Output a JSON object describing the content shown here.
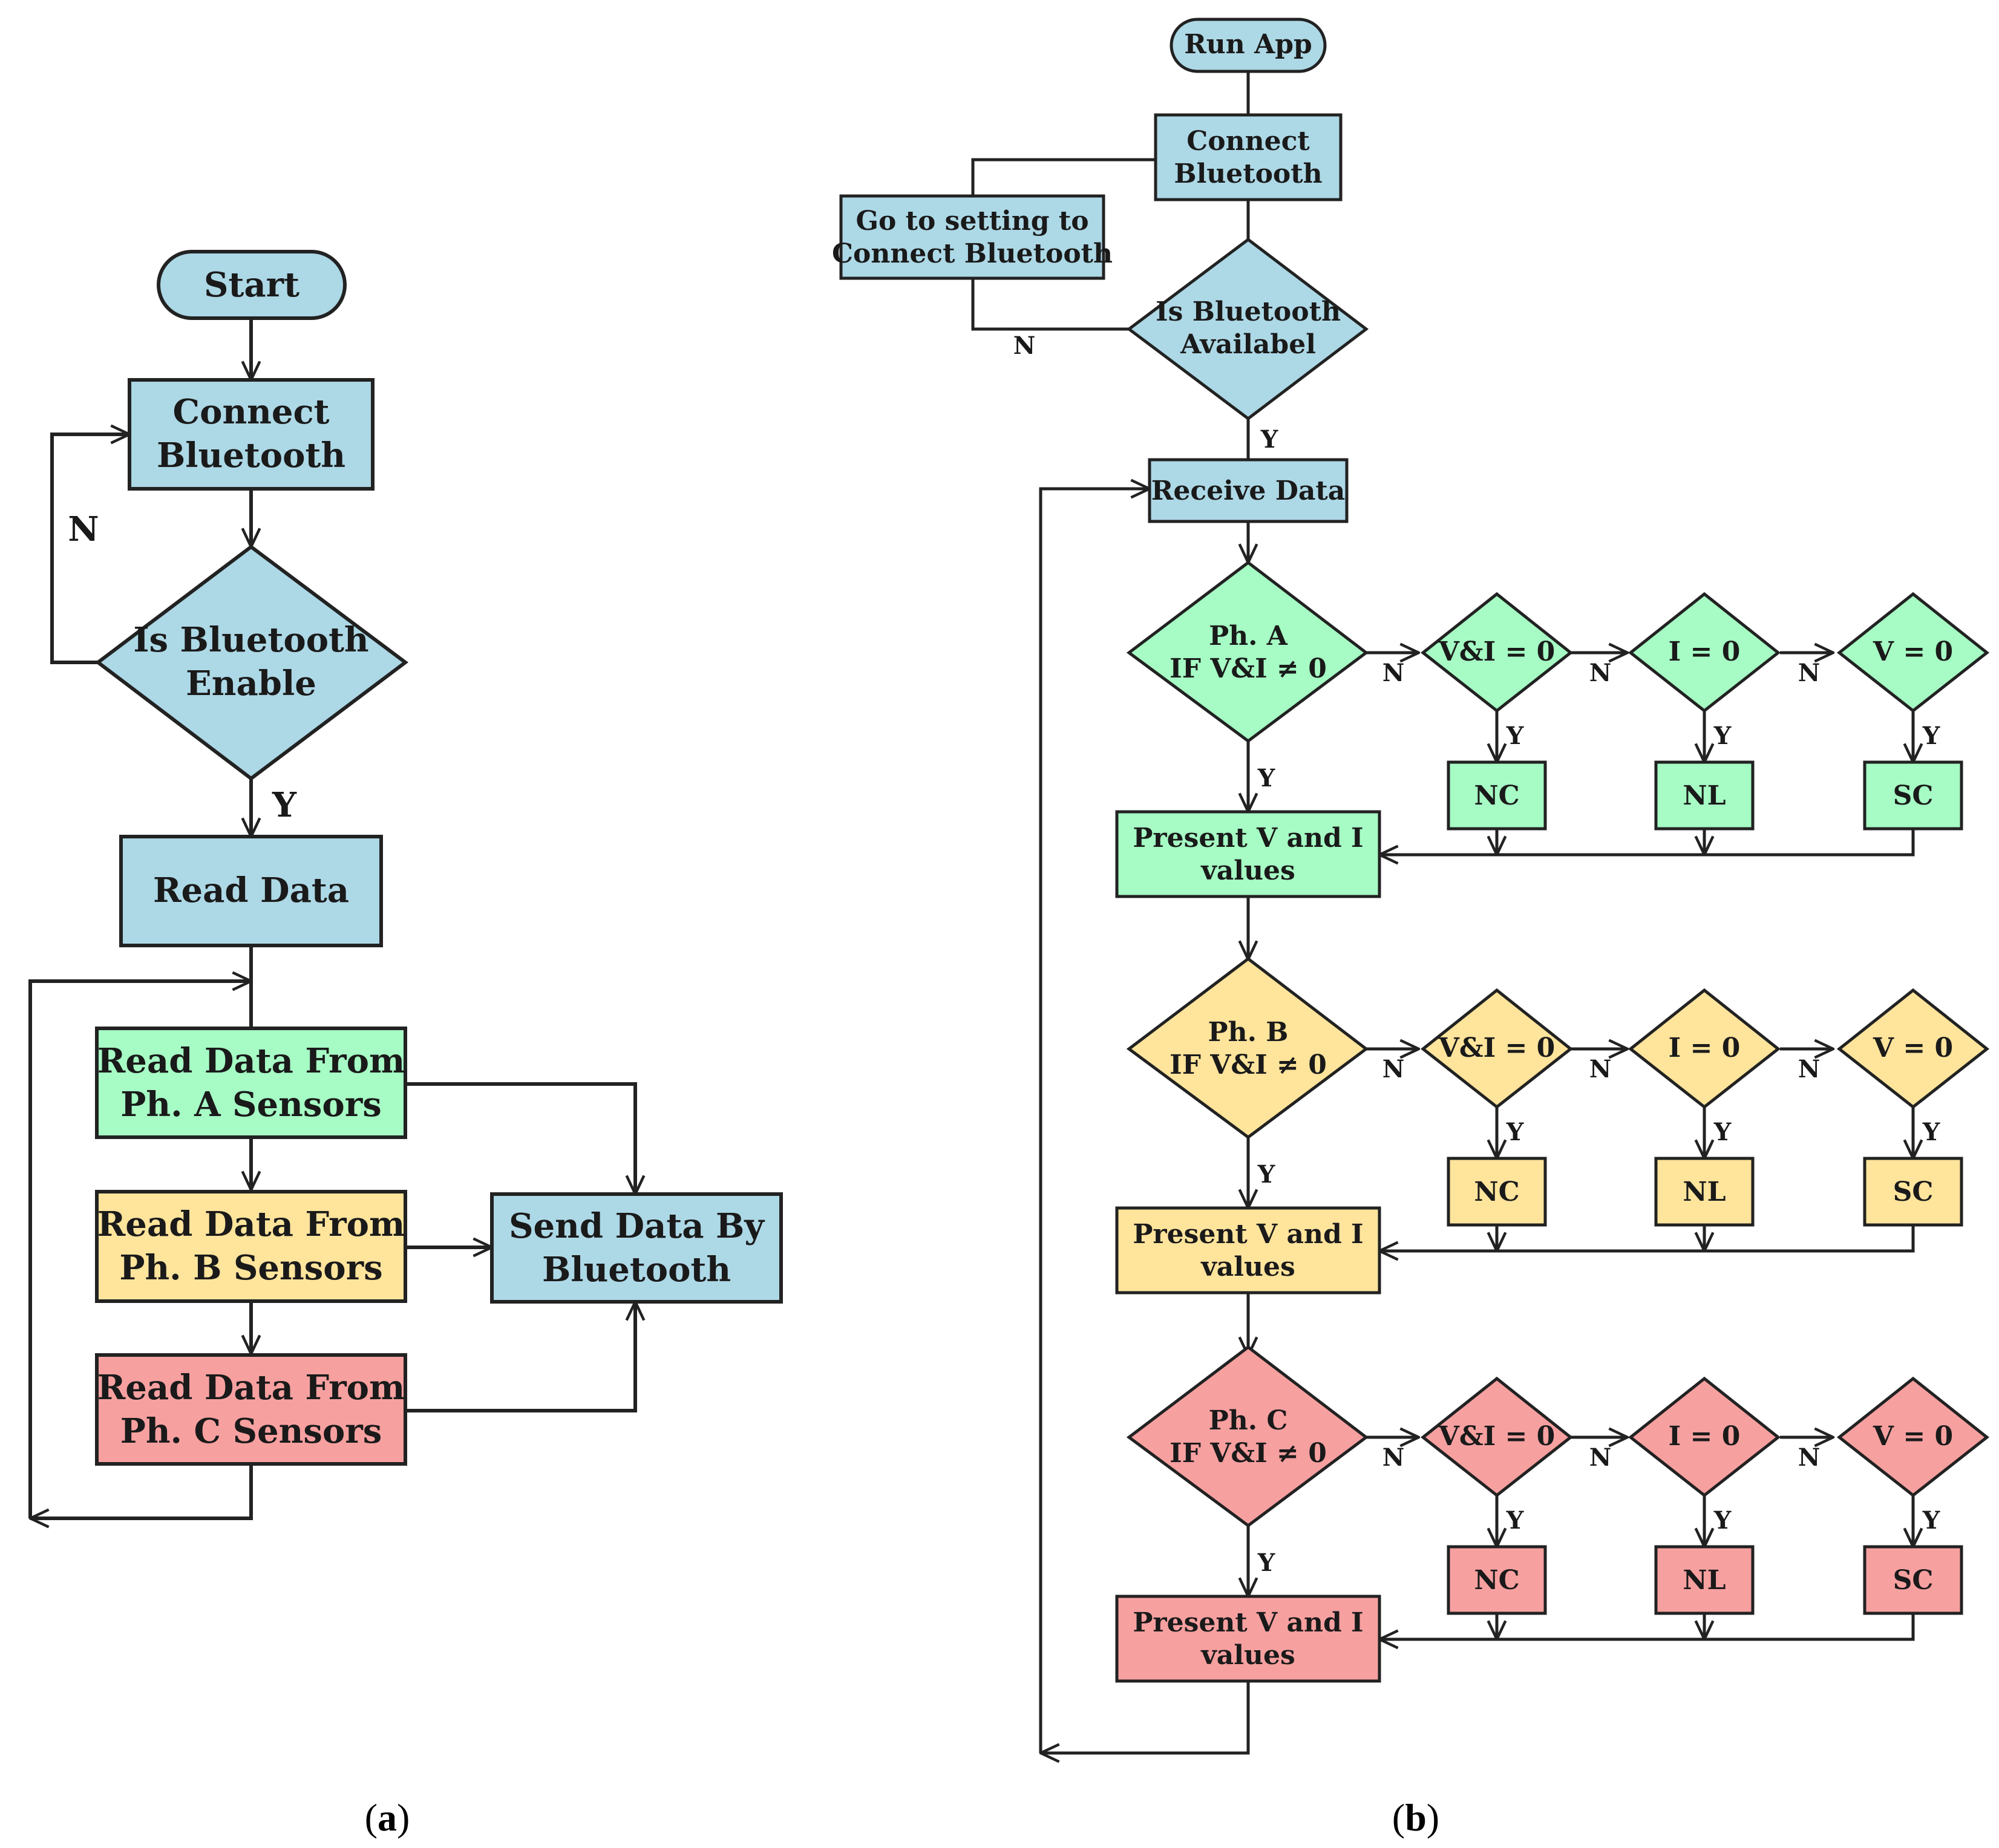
{
  "colors": {
    "blue": "#add8e6",
    "green": "#a6fcc4",
    "yellow": "#ffe49c",
    "red": "#f7a0a0",
    "stroke": "#222222"
  },
  "a": {
    "start": "Start",
    "connect": [
      "Connect",
      "Bluetooth"
    ],
    "is_enable": [
      "Is Bluetooth",
      "Enable"
    ],
    "read_data": "Read Data",
    "read_a": [
      "Read Data From",
      "Ph. A Sensors"
    ],
    "read_b": [
      "Read Data From",
      "Ph. B Sensors"
    ],
    "read_c": [
      "Read Data From",
      "Ph. C Sensors"
    ],
    "send": [
      "Send Data By",
      "Bluetooth"
    ],
    "n": "N",
    "y": "Y",
    "caption_left": "(",
    "caption_letter": "a",
    "caption_right": ")"
  },
  "b": {
    "run": "Run App",
    "connect": [
      "Connect",
      "Bluetooth"
    ],
    "goto": [
      "Go to setting to",
      "Connect Bluetooth"
    ],
    "is_avail": [
      "Is Bluetooth",
      "Availabel"
    ],
    "receive": "Receive Data",
    "n": "N",
    "y": "Y",
    "phases": [
      {
        "key": "a",
        "title": "Ph. A",
        "cond": "IF V&I ≠ 0",
        "c1": "V&I = 0",
        "c2": "I = 0",
        "c3": "V = 0",
        "r1": "NC",
        "r2": "NL",
        "r3": "SC",
        "present": [
          "Present V and I",
          "values"
        ]
      },
      {
        "key": "b",
        "title": "Ph. B",
        "cond": "IF V&I ≠ 0",
        "c1": "V&I = 0",
        "c2": "I = 0",
        "c3": "V = 0",
        "r1": "NC",
        "r2": "NL",
        "r3": "SC",
        "present": [
          "Present V and I",
          "values"
        ]
      },
      {
        "key": "c",
        "title": "Ph. C",
        "cond": "IF V&I ≠ 0",
        "c1": "V&I = 0",
        "c2": "I = 0",
        "c3": "V = 0",
        "r1": "NC",
        "r2": "NL",
        "r3": "SC",
        "present": [
          "Present V and I",
          "values"
        ]
      }
    ],
    "caption_left": "(",
    "caption_letter": "b",
    "caption_right": ")"
  }
}
